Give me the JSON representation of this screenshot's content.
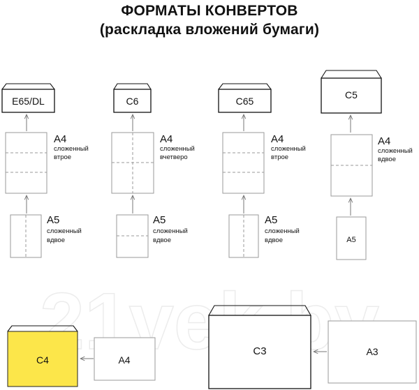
{
  "title": {
    "line1": "ФОРМАТЫ КОНВЕРТОВ",
    "line2": "(раскладка вложений бумаги)"
  },
  "columns": [
    {
      "envelope": "E65/DL",
      "a4": {
        "size": "A4",
        "fold_line1": "сложенный",
        "fold_line2": "втрое"
      },
      "a5": {
        "size": "A5",
        "fold_line1": "сложенный",
        "fold_line2": "вдвое"
      }
    },
    {
      "envelope": "C6",
      "a4": {
        "size": "A4",
        "fold_line1": "сложенный",
        "fold_line2": "вчетверо"
      },
      "a5": {
        "size": "A5",
        "fold_line1": "сложенный",
        "fold_line2": "вдвое"
      }
    },
    {
      "envelope": "C65",
      "a4": {
        "size": "A4",
        "fold_line1": "сложенный",
        "fold_line2": "втрое"
      },
      "a5": {
        "size": "A5",
        "fold_line1": "сложенный",
        "fold_line2": "вдвое"
      }
    },
    {
      "envelope": "C5",
      "a4": {
        "size": "A4",
        "fold_line1": "сложенный",
        "fold_line2": "вдвое"
      },
      "a5": {
        "size": "A5"
      }
    }
  ],
  "bottom": {
    "c4": {
      "envelope": "C4",
      "sheet": "A4",
      "envelope_color": "#fce64a"
    },
    "c3": {
      "envelope": "C3",
      "sheet": "A3"
    }
  },
  "watermark": "21vek.by"
}
